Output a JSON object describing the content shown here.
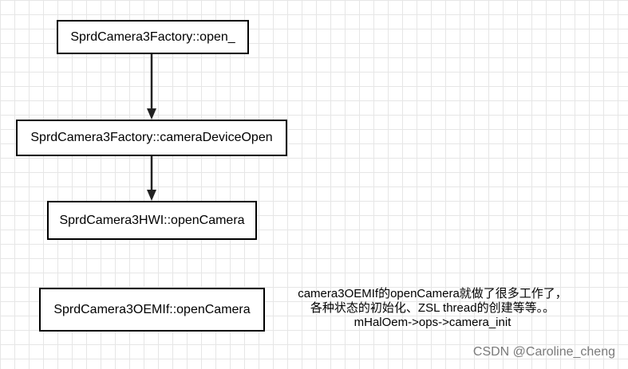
{
  "nodes": {
    "factory_open": "SprdCamera3Factory::open_",
    "factory_device_open": "SprdCamera3Factory::cameraDeviceOpen",
    "hwi_open_camera": "SprdCamera3HWI::openCamera",
    "oemif_open_camera": "SprdCamera3OEMIf::openCamera"
  },
  "note": {
    "line1": "camera3OEMIf的openCamera就做了很多工作了，",
    "line2": "各种状态的初始化、ZSL thread的创建等等。。",
    "line3": "mHalOem->ops->camera_init"
  },
  "watermark": "CSDN @Caroline_cheng"
}
